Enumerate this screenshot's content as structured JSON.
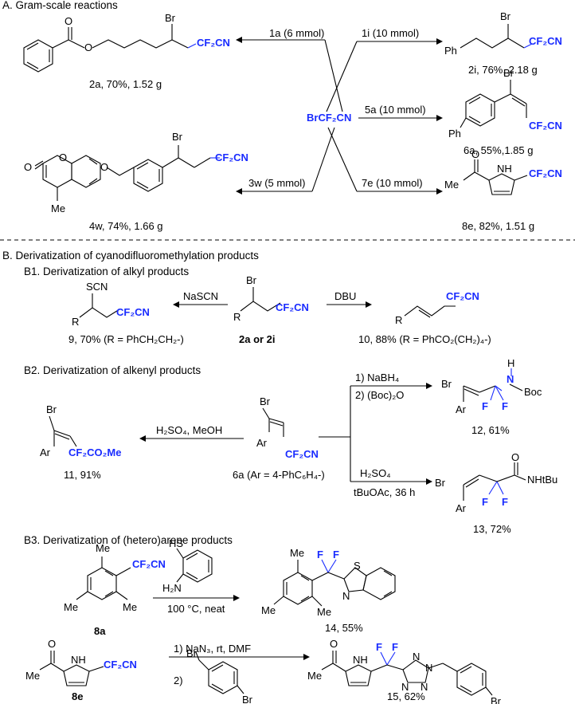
{
  "sectionA": {
    "title": "A. Gram-scale reactions",
    "center": "BrCF₂CN",
    "arrows": {
      "a1": "1a (6 mmol)",
      "i1": "1i (10 mmol)",
      "a5": "5a (10 mmol)",
      "w3": "3w (5 mmol)",
      "e7": "7e (10 mmol)"
    },
    "products": {
      "p2a": "2a, 70%, 1.52 g",
      "p2i": "2i, 76%, 2.18 g",
      "p6a": "6a, 55%,1.85 g",
      "p4w": "4w, 74%, 1.66 g",
      "p8e": "8e, 82%, 1.51 g"
    }
  },
  "sectionB": {
    "title": "B. Derivatization of cyanodifluoromethylation products",
    "b1": {
      "title": "B1. Derivatization of alkyl products",
      "reagentLeft": "NaSCN",
      "reagentRight": "DBU",
      "start": "2a or 2i",
      "p9": "9, 70% (R = PhCH₂CH₂-)",
      "p10": "10, 88% (R = PhCO₂(CH₂)₄-)"
    },
    "b2": {
      "title": "B2. Derivatization of alkenyl products",
      "reagentLeft": "H₂SO₄, MeOH",
      "start": "6a (Ar = 4-PhC₆H₄-)",
      "stepTop1": "1) NaBH₄",
      "stepTop2": "2) (Boc)₂O",
      "stepBot1": "H₂SO₄",
      "stepBot2": "tBuOAc, 36 h",
      "p11": "11, 91%",
      "p12": "12, 61%",
      "p13": "13, 72%"
    },
    "b3": {
      "title": "B3. Derivatization of (hetero)arene products",
      "cond1": "100 °C, neat",
      "cond2a": "1) NaN₃, rt, DMF",
      "cond2b": "2)",
      "s8a": "8a",
      "s8e": "8e",
      "p14": "14, 55%",
      "p15": "15, 62%"
    }
  },
  "atoms": {
    "br": "Br",
    "cf2cn": "CF₂CN",
    "ph": "Ph",
    "me": "Me",
    "ar": "Ar",
    "r": "R",
    "o": "O",
    "nh": "NH",
    "h": "H",
    "n": "N",
    "f": "F",
    "s": "S",
    "scn": "SCN",
    "hs": "HS",
    "h2n": "H₂N",
    "boc": "Boc",
    "co2me": "CF₂CO₂Me",
    "ntbu": "NHtBu"
  },
  "colors": {
    "accent": "#1a2cff",
    "text": "#000000"
  }
}
